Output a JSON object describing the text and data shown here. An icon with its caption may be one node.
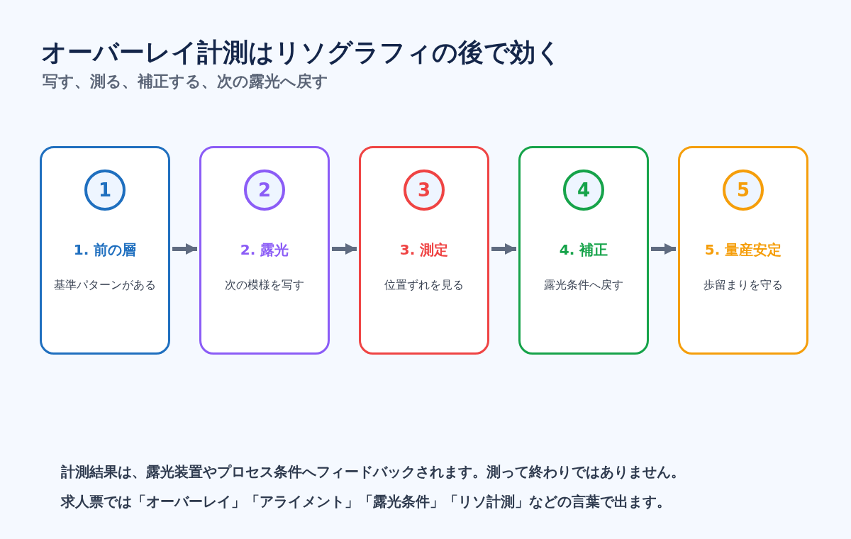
{
  "diagram": {
    "title": "オーバーレイ計測はリソグラフィの後で効く",
    "nodes": [
      {
        "text": [
          "1. 前の層",
          "基準パターンがある"
        ]
      },
      {
        "text": [
          "1"
        ],
        "in": 0
      },
      {
        "text": [
          "2. 露光",
          "次の模様を写す"
        ]
      },
      {
        "text": [
          "2"
        ],
        "in": 2
      },
      {
        "text": [
          "3. 測定",
          "位置ずれを見る"
        ]
      },
      {
        "text": [
          "3"
        ],
        "in": 4
      },
      {
        "text": [
          "4. 補正",
          "露光条件へ戻す"
        ]
      },
      {
        "text": [
          "4"
        ],
        "in": 6
      },
      {
        "text": [
          "5. 量産安定",
          "歩留まりを守る"
        ]
      },
      {
        "text": [
          "5"
        ],
        "in": 8
      }
    ],
    "edges": [
      {
        "from": 0,
        "to": 2,
        "arrow": "to"
      },
      {
        "from": 2,
        "to": 4,
        "arrow": "to"
      },
      {
        "from": 4,
        "to": 6,
        "arrow": "to"
      },
      {
        "from": 6,
        "to": 8,
        "arrow": "to"
      }
    ],
    "labels": [
      "写す、測る、補正する、次の露光へ戻す",
      "計測結果は、露光装置やプロセス条件へフィードバックされます。測って終わりではありません。",
      "求人票では「オーバーレイ」「アライメント」「露光条件」「リソ計測」などの言葉で出ます。"
    ]
  }
}
